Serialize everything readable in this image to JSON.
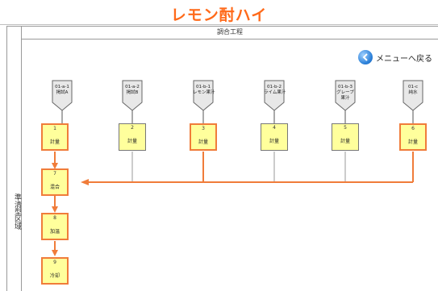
{
  "page_title": "レモン酎ハイ",
  "process_title": "調合工程",
  "side_label": "準清型区域",
  "menu_button": {
    "label": "メニューへ戻る",
    "icon": "back-arrow-icon"
  },
  "materials": [
    {
      "code": "01-a-1\n掲試A"
    },
    {
      "code": "01-a-2\n掲試B"
    },
    {
      "code": "01-b-1\nレモン果汁"
    },
    {
      "code": "01-b-2\nライム果汁"
    },
    {
      "code": "01-b-3\nグレープ\n果汁"
    },
    {
      "code": "01-c\n純水"
    }
  ],
  "steps": [
    {
      "num": "1",
      "label": "計量",
      "highlight": true
    },
    {
      "num": "2",
      "label": "計量",
      "highlight": false
    },
    {
      "num": "3",
      "label": "計量",
      "highlight": true
    },
    {
      "num": "4",
      "label": "計量",
      "highlight": false
    },
    {
      "num": "5",
      "label": "計量",
      "highlight": false
    },
    {
      "num": "6",
      "label": "計量",
      "highlight": true
    },
    {
      "num": "7",
      "label": "混合",
      "highlight": true
    },
    {
      "num": "8",
      "label": "加温",
      "highlight": true
    },
    {
      "num": "9",
      "label": "冷却",
      "highlight": true
    }
  ],
  "colors": {
    "accent": "#ff6a1a",
    "flow": "#f07c3a",
    "box_fill": "#ffff9c"
  }
}
